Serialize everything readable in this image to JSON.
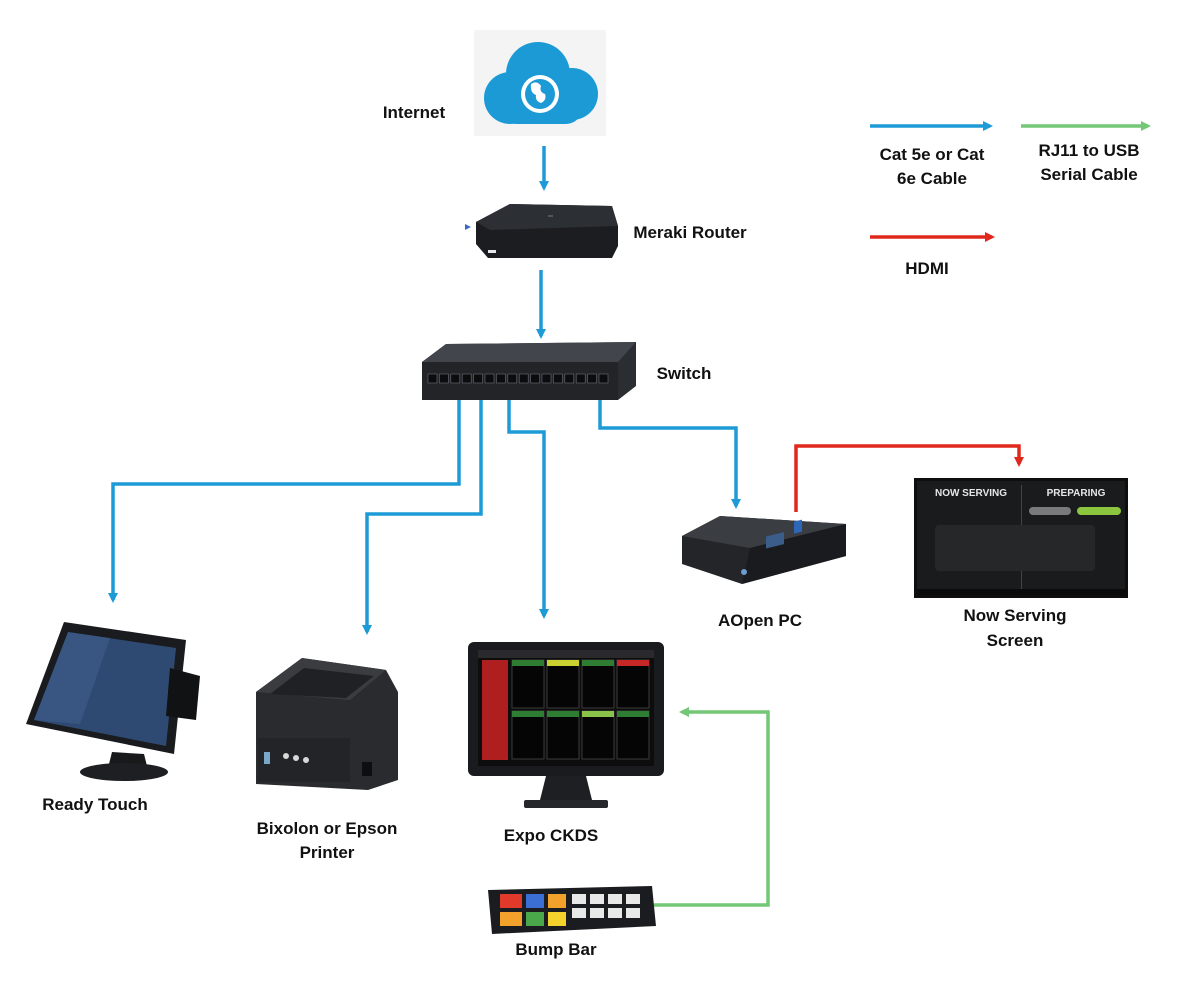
{
  "colors": {
    "ethernet": "#1e9bd7",
    "hdmi": "#e0281c",
    "serial": "#74c776",
    "device_dark": "#1b1d20",
    "cloud": "#1c9ad6"
  },
  "nodes": {
    "internet": {
      "label": "Internet",
      "icon": "cloud-globe-icon"
    },
    "router": {
      "label": "Meraki Router",
      "icon": "router-icon"
    },
    "switch": {
      "label": "Switch",
      "icon": "network-switch-icon"
    },
    "ready_touch": {
      "label": "Ready Touch",
      "icon": "pos-terminal-icon"
    },
    "printer": {
      "label_line1": "Bixolon or Epson",
      "label_line2": "Printer",
      "icon": "receipt-printer-icon"
    },
    "expo": {
      "label": "Expo CKDS",
      "icon": "kitchen-display-icon"
    },
    "bump_bar": {
      "label": "Bump Bar",
      "icon": "bump-bar-keypad-icon"
    },
    "aopen": {
      "label": "AOpen PC",
      "icon": "mini-pc-icon"
    },
    "now_serving": {
      "label_line1": "Now Serving",
      "label_line2": "Screen",
      "icon": "customer-display-icon"
    }
  },
  "screen_content": {
    "header_left": "NOW SERVING",
    "header_right": "PREPARING"
  },
  "legend": {
    "ethernet": {
      "line1": "Cat 5e or Cat",
      "line2": "6e Cable"
    },
    "serial": {
      "line1": "RJ11 to USB",
      "line2": "Serial Cable"
    },
    "hdmi": {
      "line1": "HDMI"
    }
  }
}
